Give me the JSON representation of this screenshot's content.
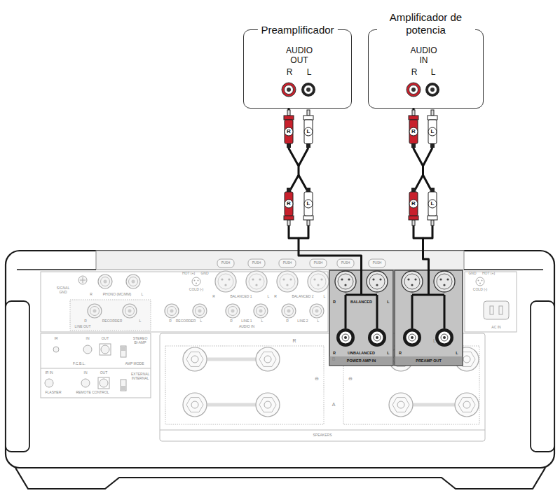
{
  "diagram": {
    "nodes": [
      {
        "text": [
          "Preamplificador",
          "AUDIO OUT",
          "R",
          "L"
        ]
      },
      {
        "text": [
          "Amplificador de potencia",
          "AUDIO IN",
          "R",
          "L"
        ]
      },
      {
        "text": [
          "R",
          "BALANCED",
          "L",
          "R",
          "UNBALANCED",
          "L",
          "POWER AMP IN"
        ]
      },
      {
        "text": [
          "R",
          "L",
          "PREAMP OUT"
        ]
      }
    ],
    "edges": [
      {
        "from": 0,
        "to": 2,
        "arrow": "none"
      },
      {
        "from": 3,
        "to": 1,
        "arrow": "none"
      }
    ],
    "labels": [
      "R",
      "L",
      "R",
      "L",
      "R",
      "L",
      "R",
      "L",
      "PUSH",
      "PUSH",
      "PUSH",
      "PUSH",
      "PUSH",
      "PUSH",
      "HOT (+)",
      "GND",
      "COLD (-)",
      "GND",
      "HOT (+)",
      "COLD (-)",
      "SIGNAL GND",
      "R",
      "PHONO (MC/MM)",
      "L",
      "R",
      "BALANCED 1",
      "L",
      "R",
      "BALANCED 2",
      "L",
      "R",
      "RECORDER",
      "L",
      "LINE OUT",
      "R",
      "RECORDER",
      "L",
      "R",
      "LINE 1",
      "L",
      "R",
      "LINE 2",
      "L",
      "AUDIO IN",
      "AC IN",
      "IR",
      "IN",
      "OUT",
      "STEREO BI-AMP",
      "F.C.B.L.",
      "AMP MODE",
      "IR IN",
      "IN",
      "OUT",
      "EXTERNAL INTERNAL",
      "FLASHER",
      "REMOTE CONTROL",
      "R",
      "L",
      "B",
      "⊖",
      "⊖",
      "A",
      "SPEAKERS"
    ]
  }
}
